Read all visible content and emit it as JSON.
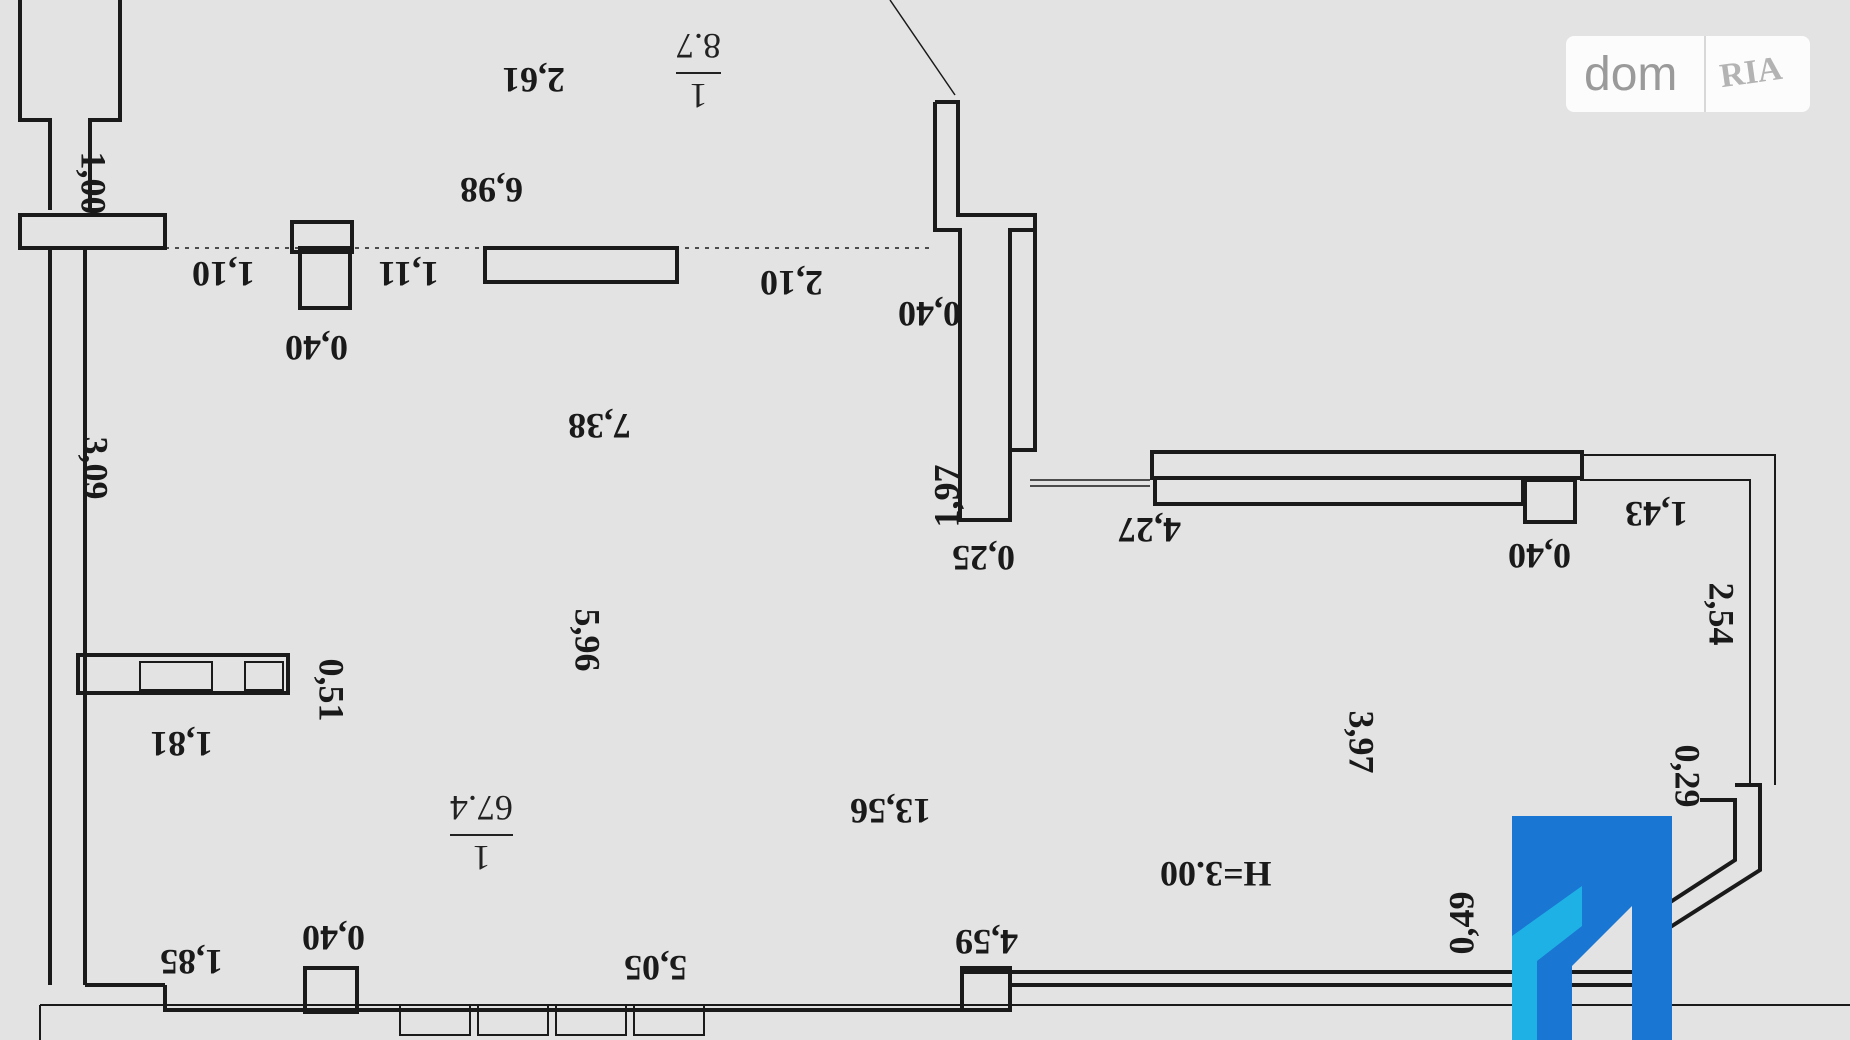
{
  "watermark": {
    "brand": "dom",
    "sub": "RIA"
  },
  "rooms": [
    {
      "numerator": "1",
      "denominator": "8.7"
    },
    {
      "numerator": "1",
      "denominator": "67.4"
    }
  ],
  "height_label": "H=3.00",
  "dimensions": {
    "d2_61": "2,61",
    "d1_00": "1,00",
    "d6_98": "6,98",
    "d1_10": "1,10",
    "d1_11": "1,11",
    "d2_10": "2,10",
    "d0_40_top_left": "0,40",
    "d0_40_corridor": "0,40",
    "d3_09": "3,09",
    "d7_38": "7,38",
    "d1_97": "1,97",
    "d0_25": "0,25",
    "d4_27": "4,27",
    "d0_40_right": "0,40",
    "d1_43": "1,43",
    "d2_54": "2,54",
    "d5_96": "5,96",
    "d0_51": "0,51",
    "d1_81": "1,81",
    "d3_97": "3,97",
    "d0_29": "0,29",
    "d13_56": "13,56",
    "d0_49": "0,49",
    "d0_40_bottom": "0,40",
    "d1_85": "1,85",
    "d5_05": "5,05",
    "d4_59": "4,59"
  },
  "colors": {
    "paper": "#e3e3e3",
    "ink": "#1a1a1a",
    "logo_blue": "#1976d2",
    "logo_cyan": "#1fb8e8"
  }
}
